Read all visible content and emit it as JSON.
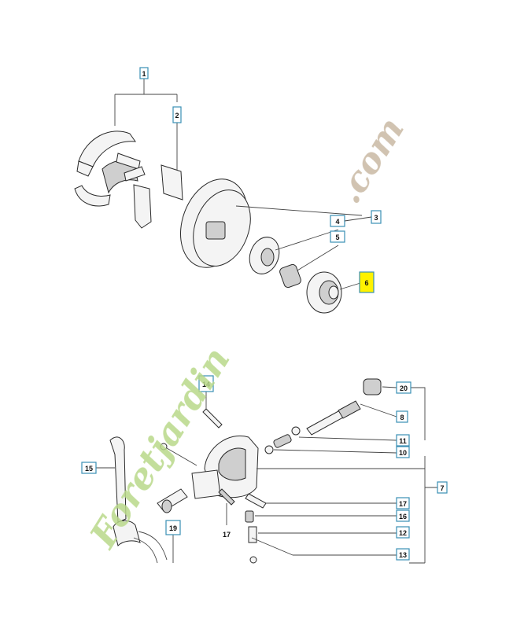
{
  "callouts_top": {
    "c1": "1",
    "c2": "2",
    "c3": "3",
    "c4": "4",
    "c5": "5",
    "c6": "6"
  },
  "callouts_bottom": {
    "c20": "20",
    "c8": "8",
    "c11": "11",
    "c10": "10",
    "c7": "7",
    "c14": "14",
    "c15": "15",
    "c17a": "17",
    "c16": "16",
    "c12": "12",
    "c13": "13",
    "c19": "19",
    "c17b": "17"
  },
  "watermark": {
    "brand_main": "Foretjardin",
    "brand_tld": ".com",
    "color_main": "#b9d98a",
    "color_tld": "#c9b9a3"
  },
  "colors": {
    "callout_border": "#3a8fb5",
    "highlight": "#fff200"
  }
}
